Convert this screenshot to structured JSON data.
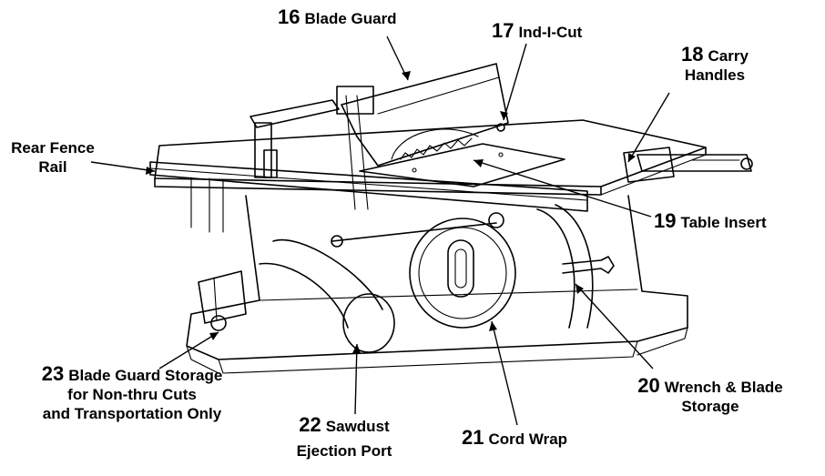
{
  "labels": {
    "blade_guard": {
      "number": "16",
      "text": "Blade Guard"
    },
    "ind_i_cut": {
      "number": "17",
      "text": "Ind-I-Cut"
    },
    "carry_handles": {
      "number": "18",
      "line1": "Carry",
      "line2": "Handles"
    },
    "rear_fence_rail": {
      "line1": "Rear Fence",
      "line2": "Rail"
    },
    "table_insert": {
      "number": "19",
      "text": "Table Insert"
    },
    "blade_guard_storage": {
      "number": "23",
      "line1": "Blade Guard Storage",
      "line2": "for Non-thru Cuts",
      "line3": "and Transportation Only"
    },
    "sawdust_port": {
      "number": "22",
      "line1": "Sawdust",
      "line2": "Ejection Port"
    },
    "cord_wrap": {
      "number": "21",
      "text": "Cord Wrap"
    },
    "wrench_storage": {
      "number": "20",
      "line1": "Wrench & Blade",
      "line2": "Storage"
    }
  }
}
